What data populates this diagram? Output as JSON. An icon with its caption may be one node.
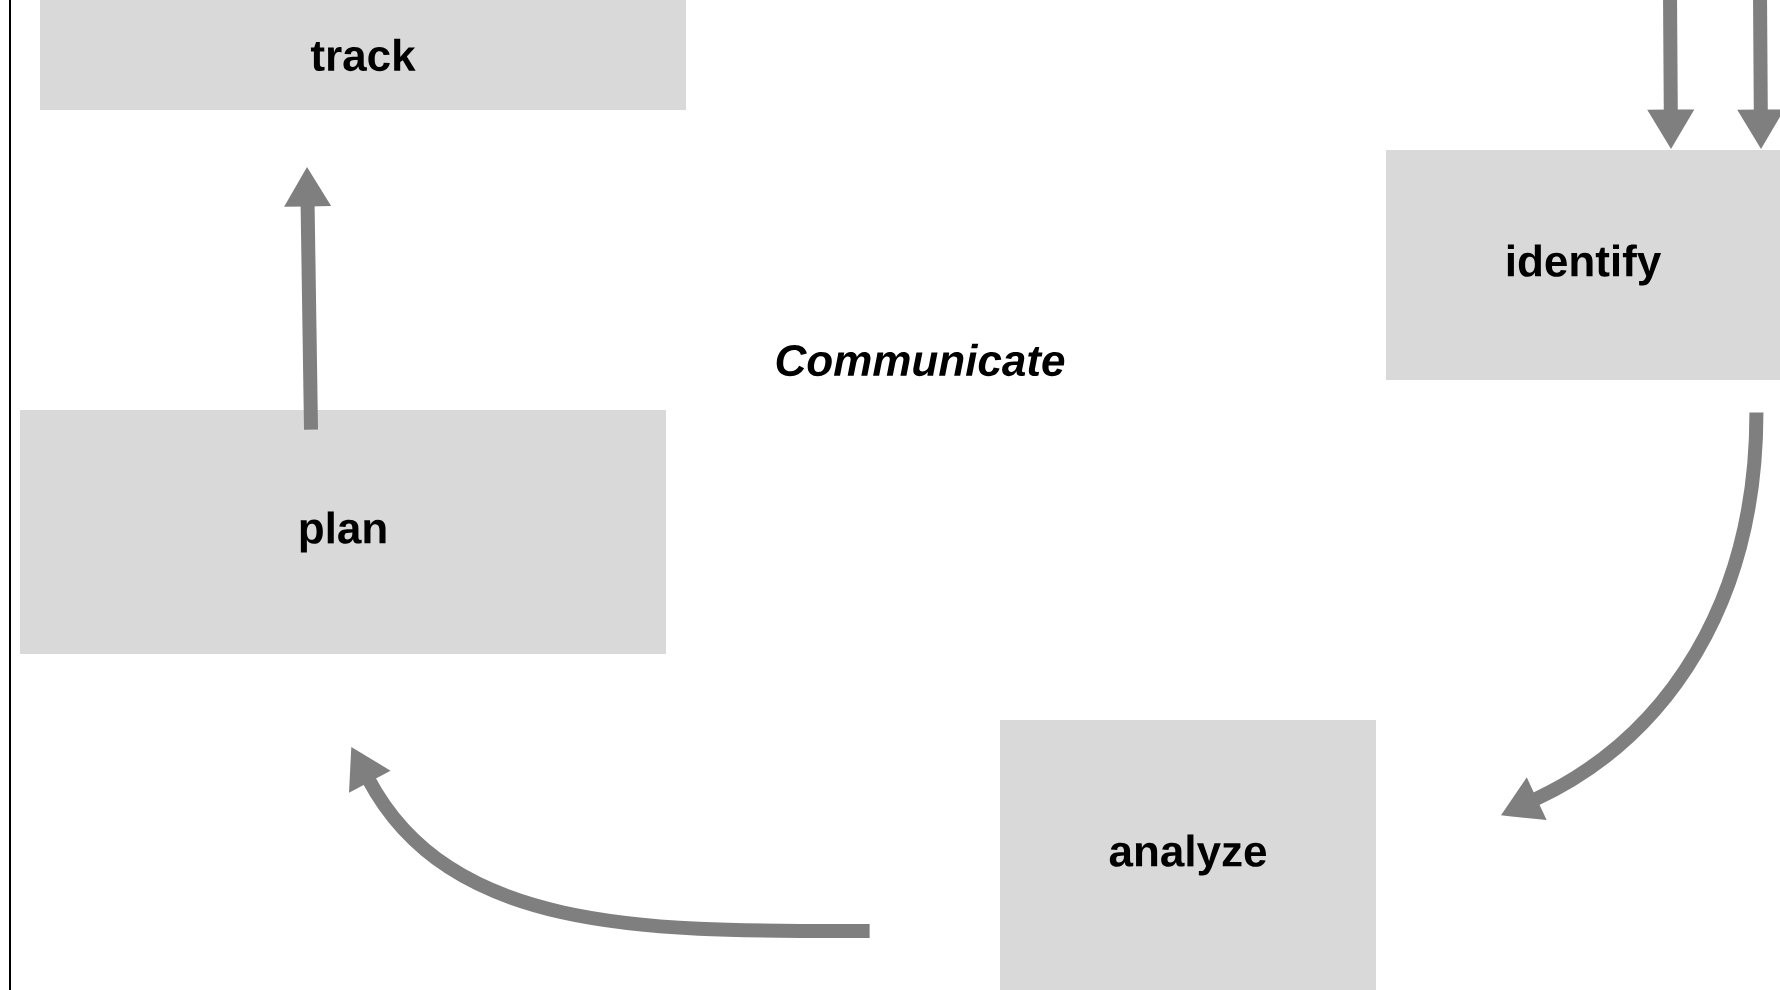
{
  "diagram": {
    "nodes": [
      {
        "text": [
          "track"
        ]
      },
      {
        "text": [
          "identify"
        ]
      },
      {
        "text": [
          "plan"
        ]
      },
      {
        "text": [
          "analyze"
        ]
      }
    ],
    "edges": [
      {
        "from": 2,
        "to": 0,
        "arrow": "to"
      },
      {
        "from": 1,
        "to": 3,
        "arrow": "to"
      },
      {
        "from": 3,
        "to": 2,
        "arrow": "to"
      },
      {
        "from": null,
        "to": 1,
        "arrow": "to"
      },
      {
        "from": null,
        "to": 1,
        "arrow": "to"
      }
    ],
    "labels": [
      "Communicate"
    ]
  }
}
